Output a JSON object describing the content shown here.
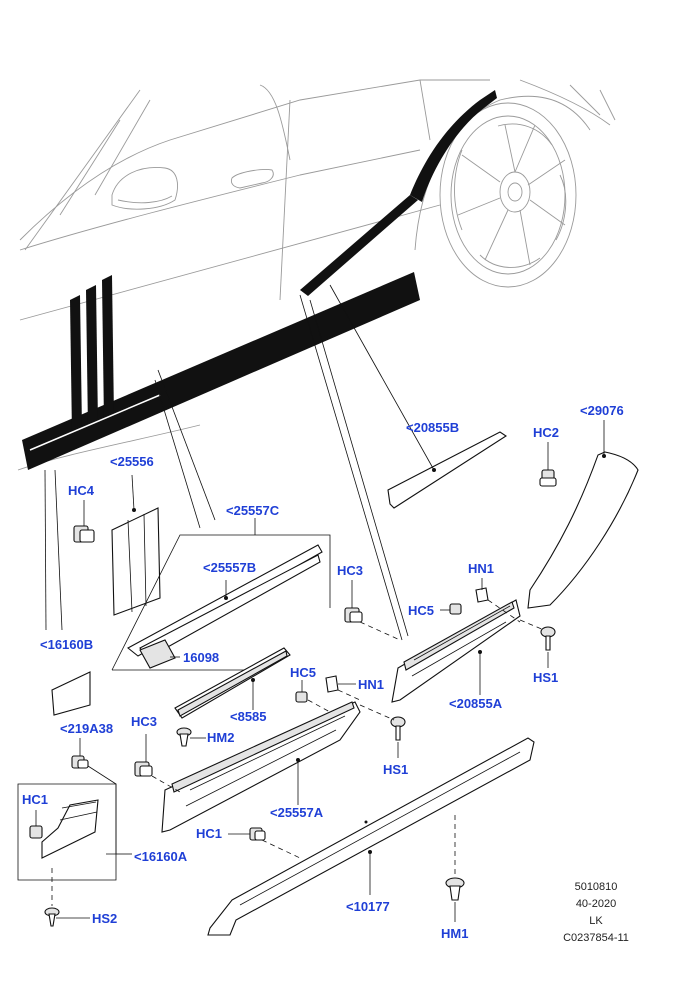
{
  "labels": {
    "p20855B": "<20855B",
    "p29076": "<29076",
    "hc2": "HC2",
    "p25556": "<25556",
    "hc4": "HC4",
    "p25557C": "<25557C",
    "p25557B": "<25557B",
    "p16098": "16098",
    "hc3_upper": "HC3",
    "hn1_upper": "HN1",
    "hc5_upper": "HC5",
    "hs1_upper": "HS1",
    "p20855A": "<20855A",
    "p16160B": "<16160B",
    "hc5_lower": "HC5",
    "hn1_lower": "HN1",
    "p8585": "<8585",
    "p219A38": "<219A38",
    "hm2": "HM2",
    "hc3_lower": "HC3",
    "hs1_lower": "HS1",
    "p25557A": "<25557A",
    "hc1_left": "HC1",
    "hc1_mid": "HC1",
    "p16160A": "<16160A",
    "p10177": "<10177",
    "hs2": "HS2",
    "hm1": "HM1"
  },
  "metadata": {
    "line1": "5010810",
    "line2": "40-2020",
    "line3": "LK",
    "line4": "C0237854-11"
  },
  "colors": {
    "label": "#1f3fd6",
    "ink": "#111111",
    "car_outline": "#9a9a9a"
  }
}
